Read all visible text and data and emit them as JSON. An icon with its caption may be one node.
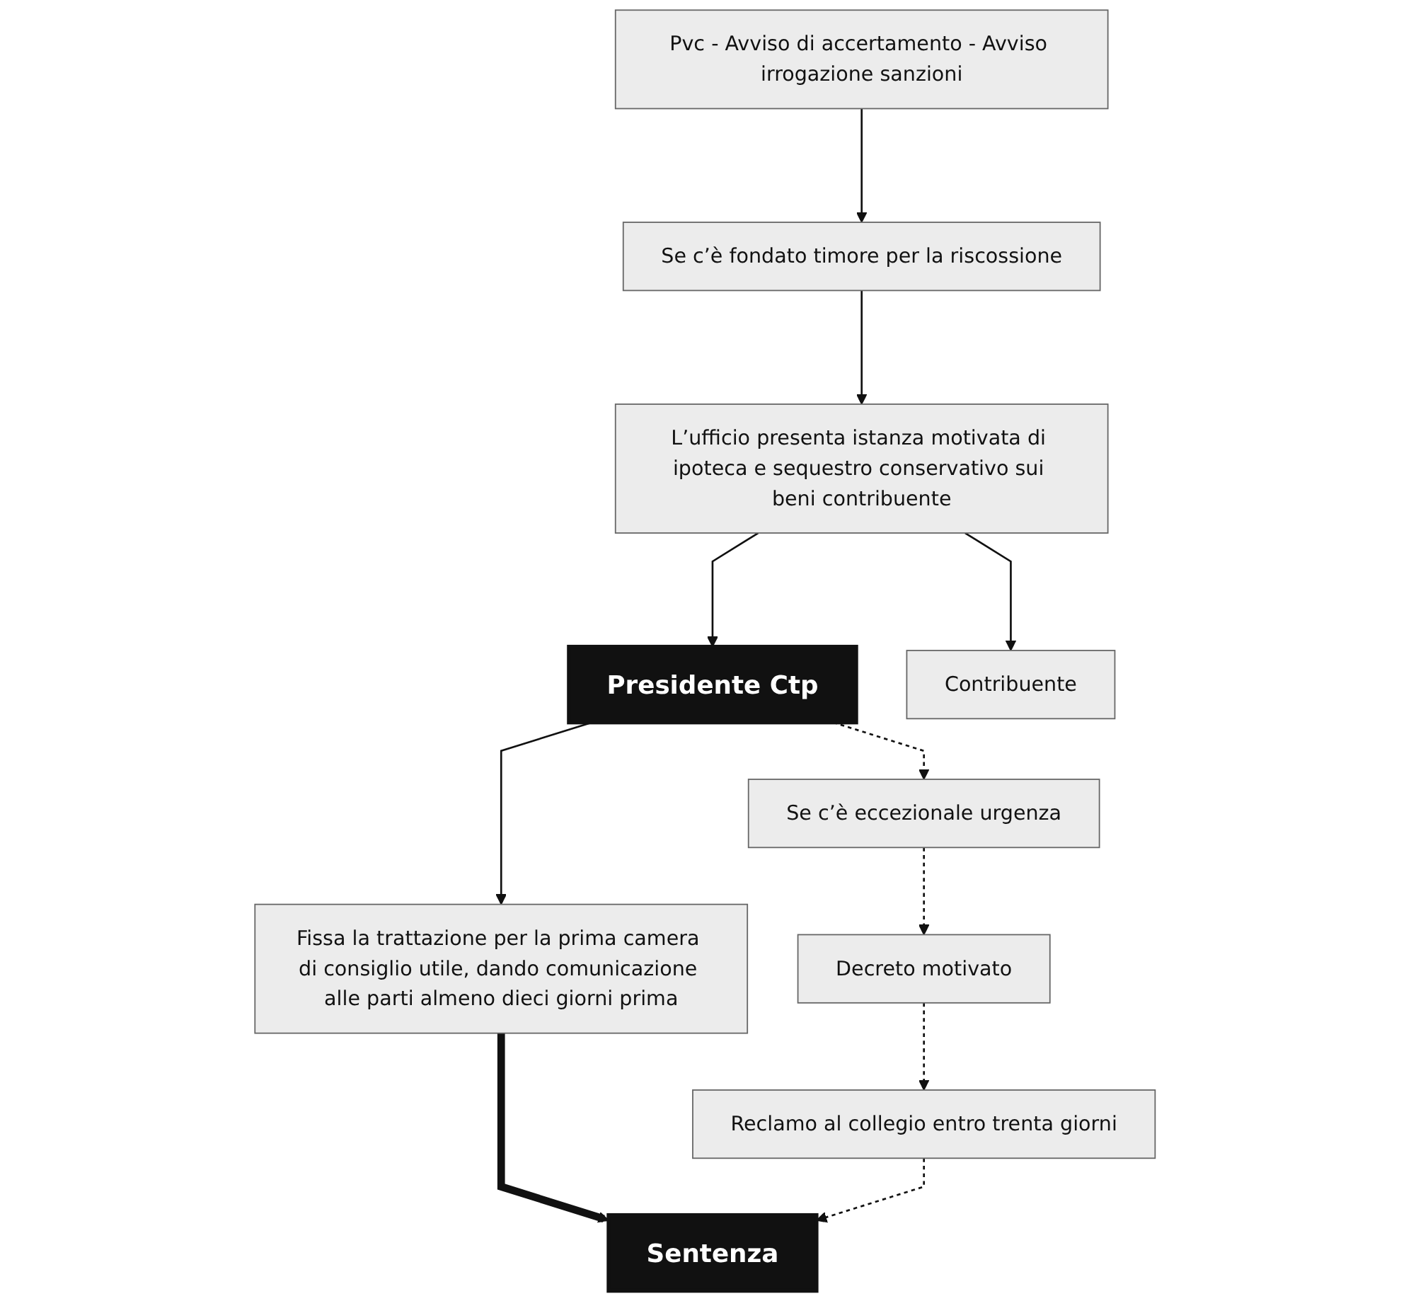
{
  "diagram": {
    "nodes": [
      {
        "text": [
          "Pvc - Avviso di accertamento - Avviso irrogazione sanzioni"
        ]
      },
      {
        "text": [
          "Se c’è fondato timore per la riscossione"
        ]
      },
      {
        "text": [
          "L’ufficio presenta istanza motivata di ipoteca e sequestro conservativo sui beni contribuente"
        ]
      },
      {
        "text": [
          "Presidente Ctp"
        ]
      },
      {
        "text": [
          "Contribuente"
        ]
      },
      {
        "text": [
          "Fissa la trattazione per la prima camera di consiglio utile, dando comunicazione alle parti almeno dieci giorni prima"
        ]
      },
      {
        "text": [
          "Se c’è eccezionale urgenza"
        ]
      },
      {
        "text": [
          "Decreto motivato"
        ]
      },
      {
        "text": [
          "Sentenza"
        ]
      },
      {
        "text": [
          "Reclamo al collegio entro trenta giorni"
        ]
      }
    ],
    "edges": [
      {
        "from": 0,
        "to": 1,
        "arrow": "to"
      },
      {
        "from": 1,
        "to": 2,
        "arrow": "to"
      },
      {
        "from": 2,
        "to": 3,
        "arrow": "to"
      },
      {
        "from": 2,
        "to": 4,
        "arrow": "to"
      },
      {
        "from": 3,
        "to": 5,
        "arrow": "to"
      },
      {
        "from": 3,
        "to": 6,
        "arrow": "to",
        "style": "dashed"
      },
      {
        "from": 5,
        "to": 8,
        "arrow": "to",
        "style": "thick"
      },
      {
        "from": 6,
        "to": 7,
        "arrow": "to",
        "style": "dashed"
      },
      {
        "from": 7,
        "to": 9,
        "arrow": "to",
        "style": "dashed"
      },
      {
        "from": 9,
        "to": 8,
        "arrow": "to",
        "style": "dashed"
      }
    ]
  }
}
